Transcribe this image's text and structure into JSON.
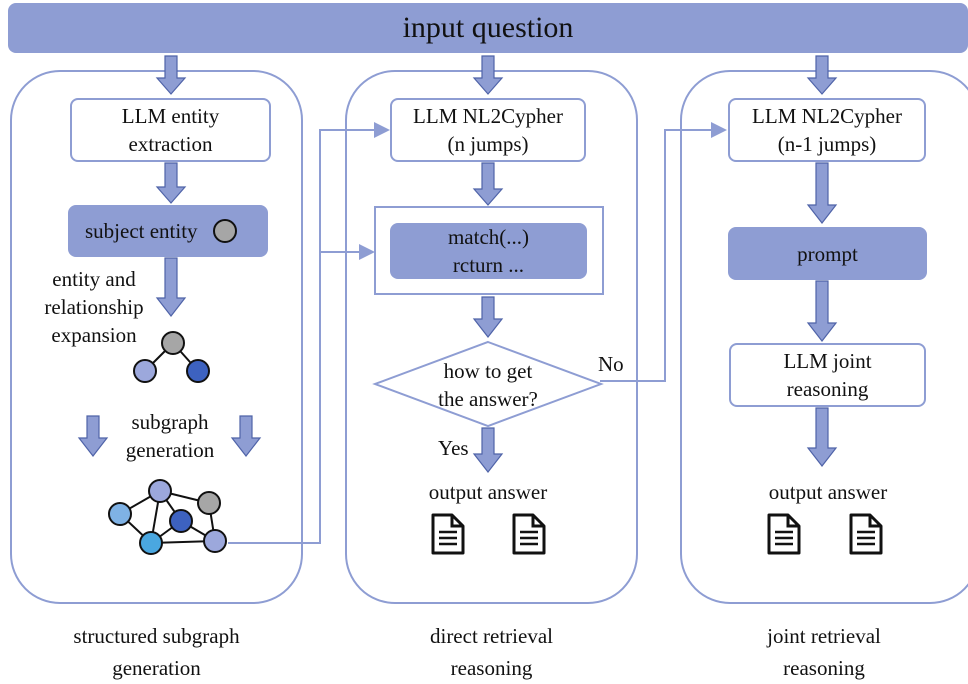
{
  "banner": {
    "title": "input question"
  },
  "panel_left": {
    "entity_box": {
      "line1": "LLM entity",
      "line2": "extraction"
    },
    "subject_box": "subject entity",
    "expansion_label": {
      "line1": "entity and",
      "line2": "relationship",
      "line3": "expansion"
    },
    "subgraph_label": {
      "line1": "subgraph",
      "line2": "generation"
    },
    "caption": {
      "line1": "structured subgraph",
      "line2": "generation"
    }
  },
  "panel_middle": {
    "cypher_box": {
      "line1": "LLM NL2Cypher",
      "line2": "(n jumps)"
    },
    "query_box": {
      "line1": "match(...)",
      "line2": "rcturn ..."
    },
    "decision": {
      "line1": "how to get",
      "line2": "the answer?"
    },
    "yes_label": "Yes",
    "no_label": "No",
    "output_label": "output answer",
    "caption": {
      "line1": "direct retrieval",
      "line2": "reasoning"
    }
  },
  "panel_right": {
    "cypher_box": {
      "line1": "LLM NL2Cypher",
      "line2": "(n-1 jumps)"
    },
    "prompt_box": "prompt",
    "joint_box": {
      "line1": "LLM joint",
      "line2": "reasoning"
    },
    "output_label": "output answer",
    "caption": {
      "line1": "joint retrieval",
      "line2": "reasoning"
    }
  },
  "icons": {
    "document": "document-icon",
    "node": "graph-node-icon",
    "arrow": "down-arrow-icon"
  },
  "colors": {
    "accent": "#8e9dd3",
    "node_gray": "#a6a6a6",
    "node_light": "#9ca8dc",
    "node_dark": "#3d62c0",
    "node_sky": "#7fb2e5",
    "node_cyan": "#4aa7e0"
  }
}
